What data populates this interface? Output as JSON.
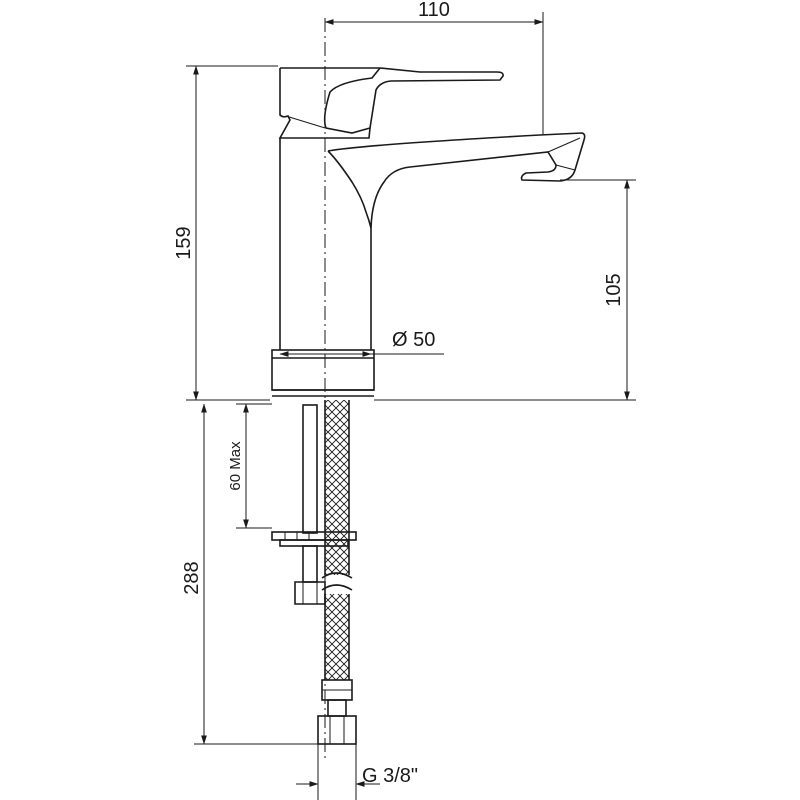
{
  "dimensions": {
    "width_top": "110",
    "height_total": "159",
    "spout_height": "105",
    "base_diameter": "Ø 50",
    "max_thickness": "60 Max",
    "hose_length": "288",
    "thread": "G  3/8\""
  }
}
